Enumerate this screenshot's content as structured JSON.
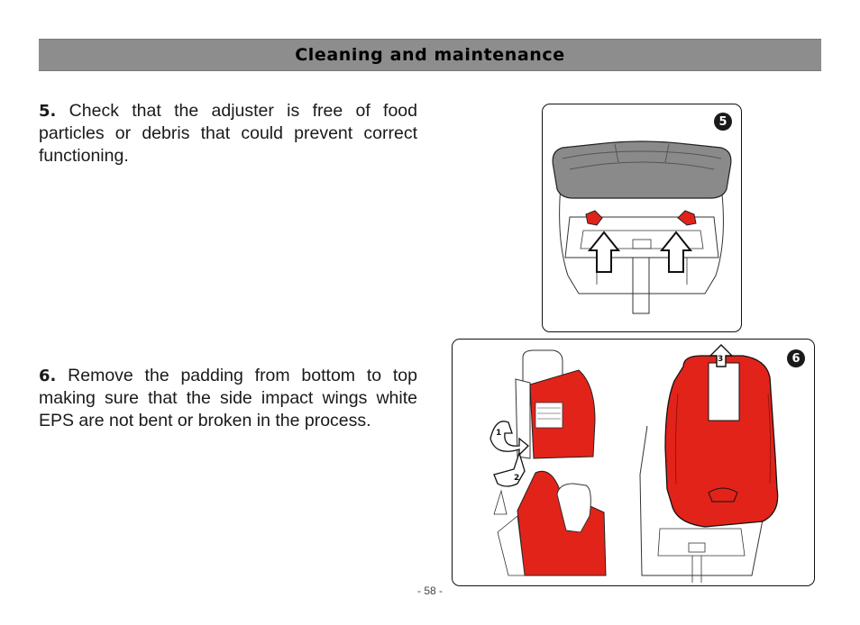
{
  "header": {
    "title": "Cleaning and maintenance"
  },
  "steps": [
    {
      "number": "5.",
      "text": " Check that the adjuster is free of food particles or debris that could prevent correct functioning."
    },
    {
      "number": "6.",
      "text": " Remove the padding from bottom to top making sure that the side impact wings white EPS are not bent or broken in the process."
    }
  ],
  "figures": [
    {
      "badge": "5"
    },
    {
      "badge": "6",
      "callouts": [
        "1",
        "2",
        "3"
      ]
    }
  ],
  "footer": {
    "page_number": "- 58 -"
  },
  "colors": {
    "header_bg": "#8d8d8d",
    "padding_red": "#e2231a",
    "seat_gray": "#8a8a8a"
  }
}
